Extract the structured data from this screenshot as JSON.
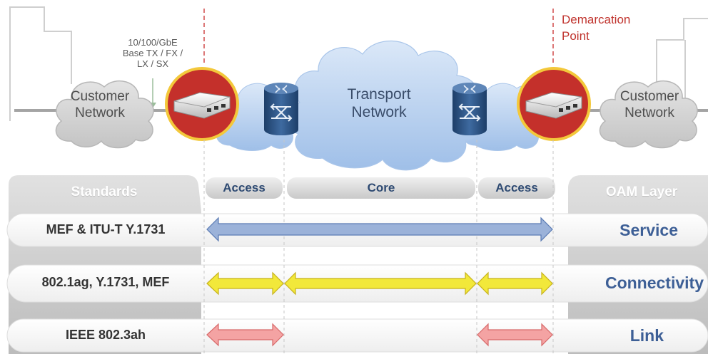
{
  "diagram": {
    "interface_spec": [
      "10/100/GbE",
      "Base TX / FX /",
      "LX / SX"
    ],
    "customer_network_left": [
      "Customer",
      "Network"
    ],
    "customer_network_right": [
      "Customer",
      "Network"
    ],
    "transport_network": [
      "Transport",
      "Network"
    ],
    "demarcation_point": [
      "Demarcation",
      "Point"
    ]
  },
  "table": {
    "standards_header": "Standards",
    "oam_layer_header": "OAM Layer",
    "segments": [
      "Access",
      "Core",
      "Access"
    ],
    "rows": [
      {
        "standard": "MEF & ITU-T Y.1731",
        "layer": "Service",
        "arrow_color": "#8fa9d6",
        "scope": "end-to-end"
      },
      {
        "standard": "802.1ag, Y.1731, MEF",
        "layer": "Connectivity",
        "arrow_color": "#f2e83a",
        "scope": "per segment: access, core, access"
      },
      {
        "standard": "IEEE 802.3ah",
        "layer": "Link",
        "arrow_color": "#f4a3a3",
        "scope": "access segments only"
      }
    ]
  },
  "colors": {
    "demarcation_line": "#d04a4a",
    "device_circle": "#c4302b",
    "cloud": "#a9c6ea"
  }
}
